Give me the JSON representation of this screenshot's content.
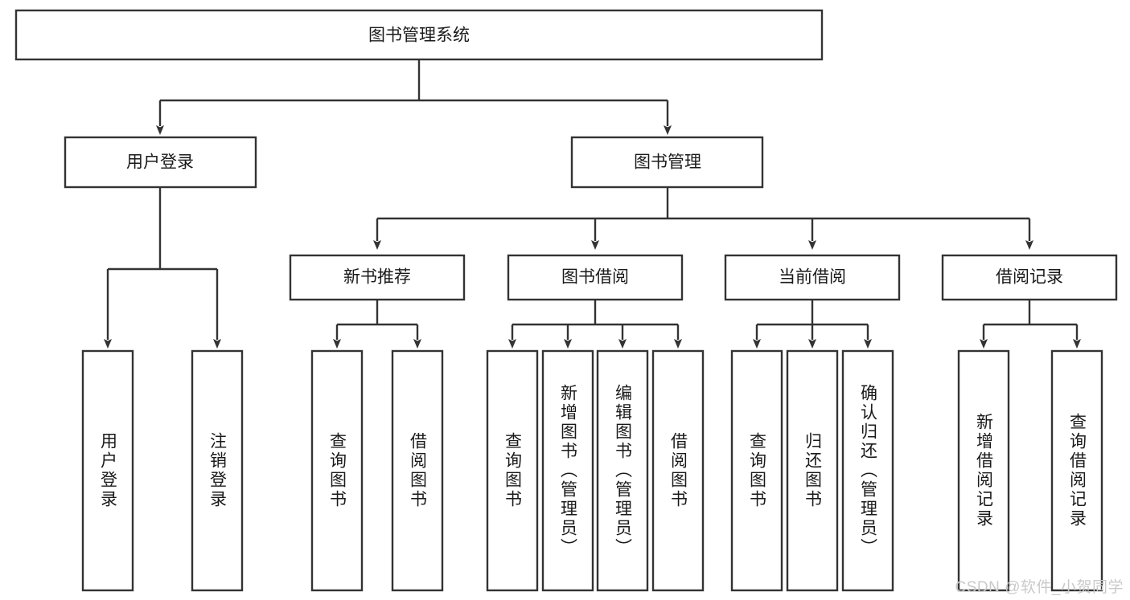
{
  "diagram": {
    "title_node": {
      "label": "图书管理系统"
    },
    "level2": [
      {
        "id": "user-login",
        "label": "用户登录"
      },
      {
        "id": "book-manage",
        "label": "图书管理"
      }
    ],
    "level3": [
      {
        "id": "new-book-recommend",
        "label": "新书推荐"
      },
      {
        "id": "book-borrow",
        "label": "图书借阅"
      },
      {
        "id": "current-borrow",
        "label": "当前借阅"
      },
      {
        "id": "borrow-record",
        "label": "借阅记录"
      }
    ],
    "leaves": {
      "user_login": [
        {
          "id": "leaf-user-login",
          "label": "用户登录"
        },
        {
          "id": "leaf-logout-login",
          "label": "注销登录"
        }
      ],
      "new_book_recommend": [
        {
          "id": "leaf-query-book-1",
          "label": "查询图书"
        },
        {
          "id": "leaf-borrow-book-1",
          "label": "借阅图书"
        }
      ],
      "book_borrow": [
        {
          "id": "leaf-query-book-2",
          "label": "查询图书"
        },
        {
          "id": "leaf-add-book",
          "label": "新增图书（管理员）"
        },
        {
          "id": "leaf-edit-book",
          "label": "编辑图书（管理员）"
        },
        {
          "id": "leaf-borrow-book-2",
          "label": "借阅图书"
        }
      ],
      "current_borrow": [
        {
          "id": "leaf-query-book-3",
          "label": "查询图书"
        },
        {
          "id": "leaf-return-book",
          "label": "归还图书"
        },
        {
          "id": "leaf-confirm-return",
          "label": "确认归还（管理员）"
        }
      ],
      "borrow_record": [
        {
          "id": "leaf-add-record",
          "label": "新增借阅记录"
        },
        {
          "id": "leaf-query-record",
          "label": "查询借阅记录"
        }
      ]
    }
  },
  "watermark": {
    "text": "CSDN @软件_小贺同学"
  },
  "colors": {
    "box_stroke": "#333333",
    "box_fill": "#ffffff",
    "text": "#1a1a1a",
    "watermark": "#c9c9c9",
    "background": "#ffffff"
  }
}
